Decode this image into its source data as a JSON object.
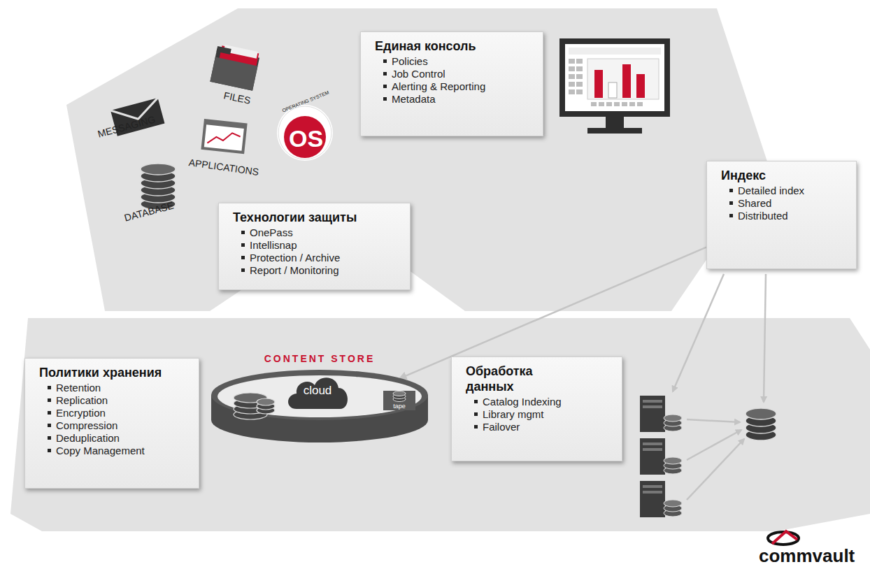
{
  "diagram": {
    "nodes": [
      {
        "text": [
          "Единая консоль",
          "Policies",
          "Job Control",
          "Alerting & Reporting",
          "Metadata"
        ]
      },
      {
        "text": [
          "Индекс",
          "Detailed index",
          "Shared",
          "Distributed"
        ]
      },
      {
        "text": [
          "Технологии защиты",
          "OnePass",
          "Intellisnap",
          "Protection / Archive",
          "Report / Monitoring"
        ]
      },
      {
        "text": [
          "Политики хранения",
          "Retention",
          "Replication",
          "Encryption",
          "Compression",
          "Deduplication",
          "Copy Management"
        ]
      },
      {
        "text": [
          "CONTENT STORE"
        ]
      },
      {
        "text": [
          "cloud"
        ],
        "in": 4
      },
      {
        "text": [
          "tape"
        ],
        "in": 4
      },
      {
        "text": [
          "Обработка данных",
          "Catalog Indexing",
          "Library mgmt",
          "Failover"
        ]
      }
    ],
    "edges": [
      {
        "from": 1,
        "to": 4,
        "arrow": "to"
      }
    ],
    "labels": [
      "FILES",
      "MESSAGING",
      "OPERATING SYSTEM",
      "OS",
      "APPLICATIONS",
      "DATABASE",
      "commvault"
    ]
  }
}
